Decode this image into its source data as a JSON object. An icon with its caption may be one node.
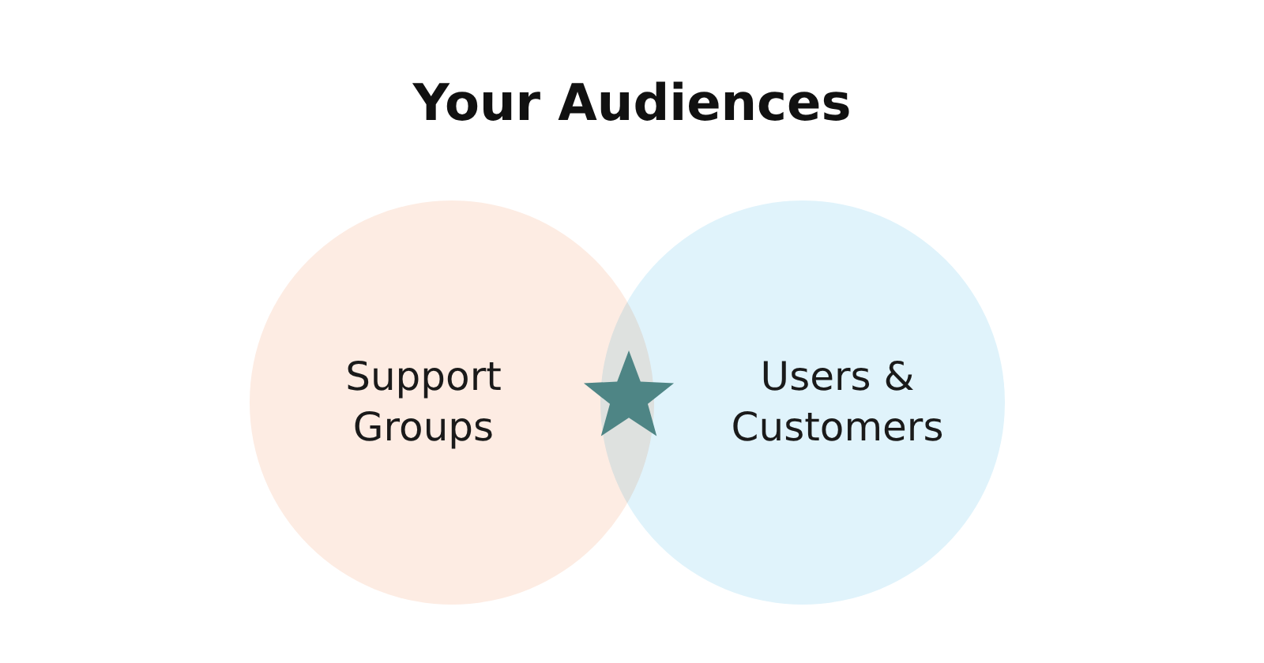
{
  "diagram": {
    "title": "Your Audiences",
    "nodes": [
      {
        "text": [
          "Support Groups"
        ]
      },
      {
        "text": [
          "Users & Customers"
        ]
      },
      {
        "text": [],
        "shape": "star"
      }
    ]
  }
}
